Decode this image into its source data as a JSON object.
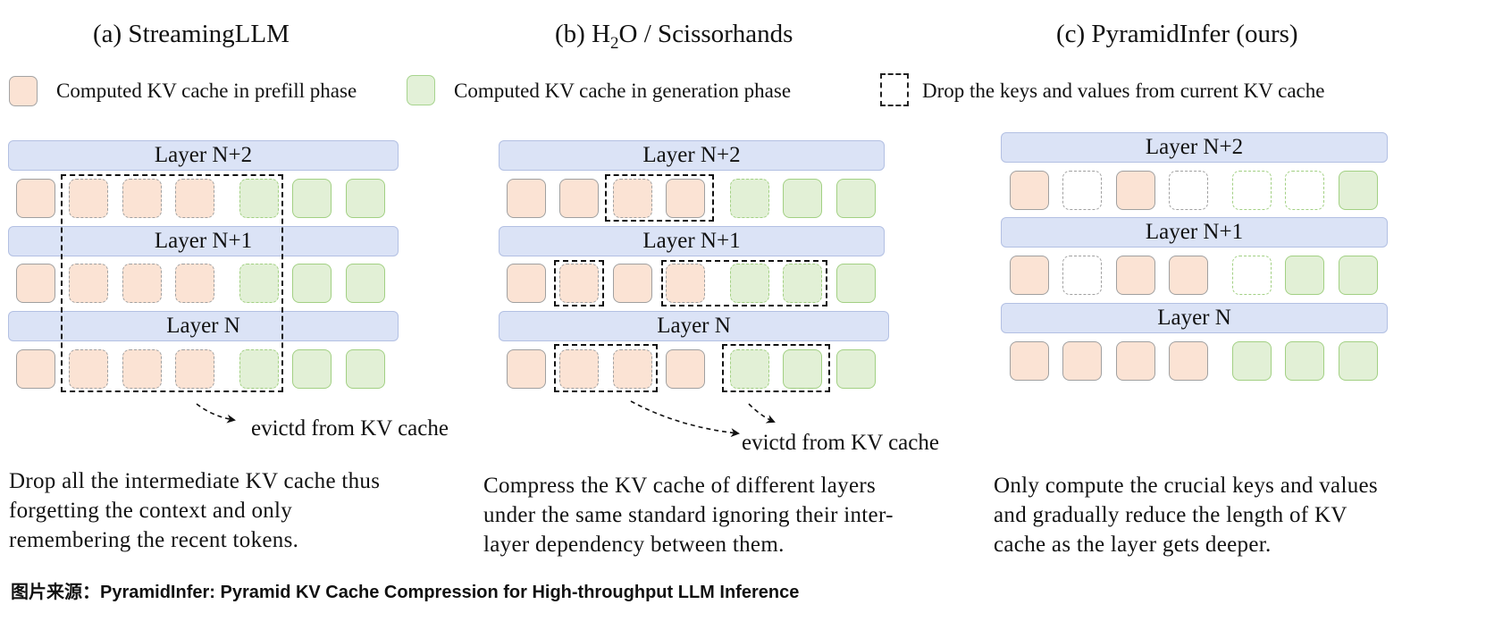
{
  "titles": {
    "a": "(a) StreamingLLM",
    "b_prefix": "(b) H",
    "b_sub": "2",
    "b_suffix": "O / Scissorhands",
    "c": "(c) PyramidInfer (ours)"
  },
  "legend": {
    "prefill": "Computed KV cache in prefill phase",
    "generation": "Computed KV cache in generation phase",
    "drop": "Drop the keys and values from current KV cache"
  },
  "layers": {
    "top": "Layer N+2",
    "mid": "Layer N+1",
    "bottom": "Layer N"
  },
  "evict_label": "evictd from KV cache",
  "descriptions": {
    "a": "Drop all the intermediate KV cache thus forgetting the context and only remembering the recent tokens.",
    "b": "Compress the KV cache of different layers under the same standard ignoring their inter-layer dependency between them.",
    "c": "Only compute the crucial keys and values and gradually reduce the length of KV cache as the layer gets deeper."
  },
  "caption": "图片来源：PyramidInfer: Pyramid KV Cache Compression for High-throughput LLM Inference",
  "colors": {
    "prefill": "#fbe3d4",
    "generation": "#e2f0d6",
    "layer": "#dbe3f6"
  }
}
